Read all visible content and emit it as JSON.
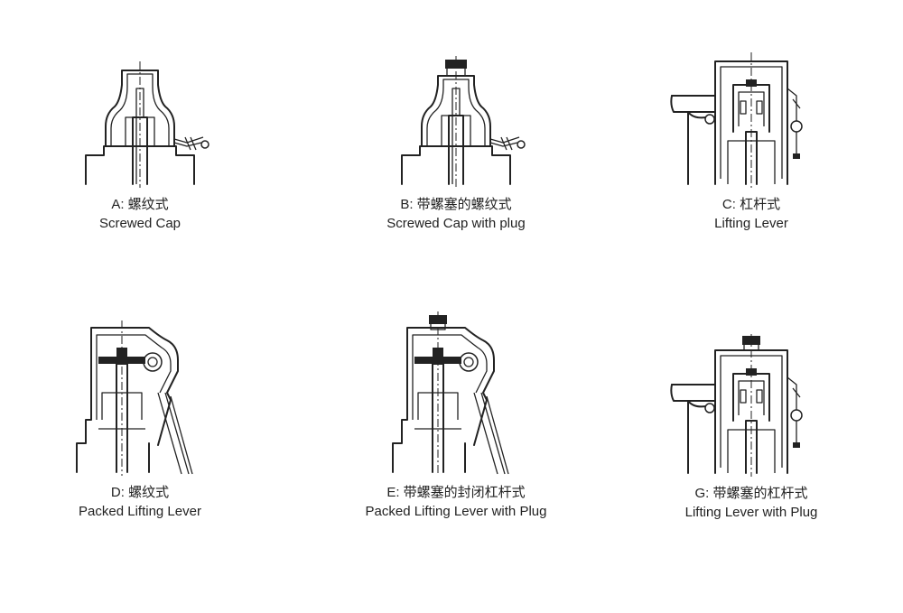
{
  "variants": [
    {
      "id": "A",
      "cn_label": "A: 螺纹式",
      "en_label": "Screwed Cap"
    },
    {
      "id": "B",
      "cn_label": "B: 带螺塞的螺纹式",
      "en_label": "Screwed Cap with plug"
    },
    {
      "id": "C",
      "cn_label": "C: 杠杆式",
      "en_label": "Lifting Lever"
    },
    {
      "id": "D",
      "cn_label": "D: 螺纹式",
      "en_label": "Packed Lifting Lever"
    },
    {
      "id": "E",
      "cn_label": "E: 带螺塞的封闭杠杆式",
      "en_label": "Packed Lifting Lever with Plug"
    },
    {
      "id": "G",
      "cn_label": "G: 带螺塞的杠杆式",
      "en_label": "Lifting Lever with Plug"
    }
  ],
  "colors": {
    "line": "#222222",
    "background": "#ffffff"
  }
}
